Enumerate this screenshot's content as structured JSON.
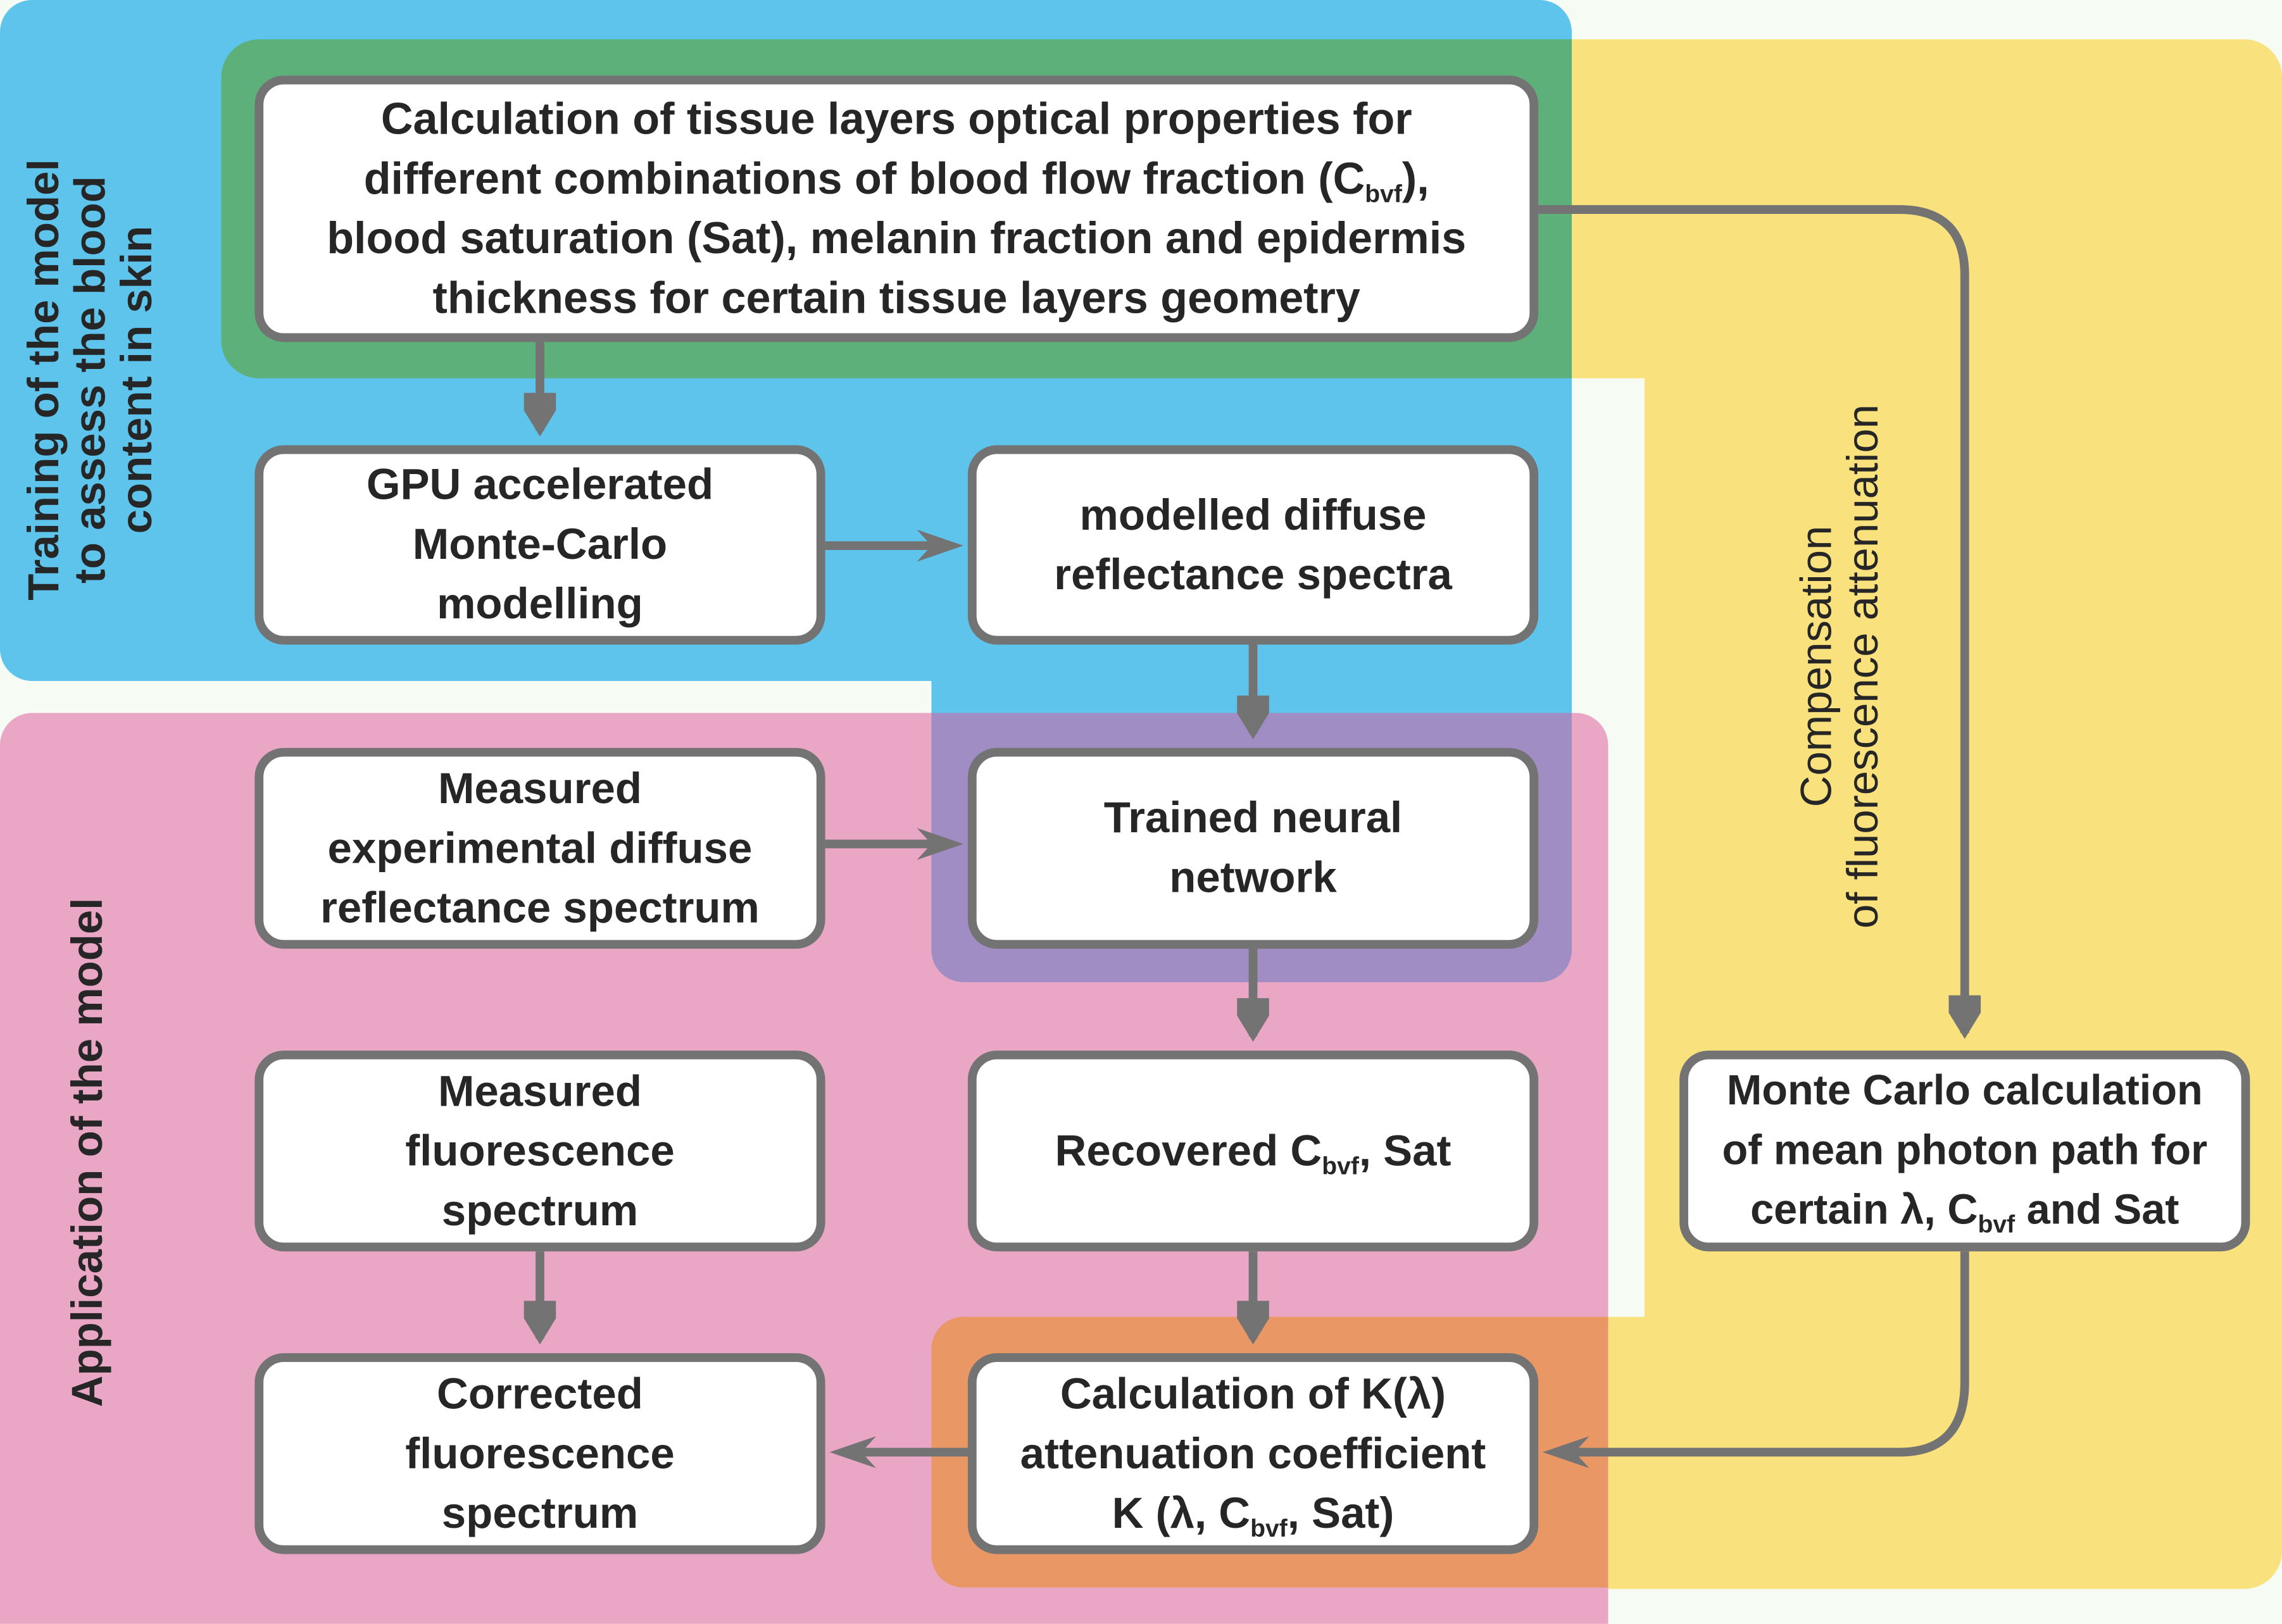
{
  "colors": {
    "training_region": "#5fc4ec",
    "calculation_region": "#5eb07b",
    "compensation_region": "#f9e27d",
    "application_region": "#eaa7c5",
    "network_region": "#9f8dc4",
    "attenuation_region": "#ea9766",
    "box_border": "#737373",
    "arrow": "#737373",
    "text": "#262626"
  },
  "region_labels": {
    "training": "Training of the model\nto assess the blood\ncontent in skin",
    "application": "Application of the model",
    "compensation": "Compensation\nof fluorescence attenuation"
  },
  "boxes": {
    "tissue_properties": {
      "line1": "Calculation of tissue layers optical properties for",
      "line2_pre": "different combinations of blood flow fraction (C",
      "line2_sub": "bvf",
      "line2_post": "),",
      "line3": "blood saturation (Sat), melanin fraction and epidermis",
      "line4": "thickness for certain tissue layers geometry"
    },
    "gpu_monte_carlo": "GPU accelerated\nMonte-Carlo\nmodelling",
    "modelled_spectra": "modelled diffuse\nreflectance spectra",
    "measured_reflectance": "Measured\nexperimental diffuse\nreflectance spectrum",
    "trained_network": "Trained neural\nnetwork",
    "measured_fluorescence": "Measured\nfluorescence\nspectrum",
    "recovered": {
      "pre": "Recovered C",
      "sub": "bvf",
      "post": ", Sat"
    },
    "corrected_fluorescence": "Corrected\nfluorescence\nspectrum",
    "attenuation_coefficient": {
      "line1": "Calculation of K(λ)",
      "line2": "attenuation coefficient",
      "line3_pre": "K (λ, C",
      "line3_sub": "bvf",
      "line3_post": ", Sat)"
    },
    "mean_photon_path": {
      "line1": "Monte Carlo calculation",
      "line2": "of mean photon path for",
      "line3_pre": "certain λ, C",
      "line3_sub": "bvf",
      "line3_post": " and Sat"
    }
  }
}
